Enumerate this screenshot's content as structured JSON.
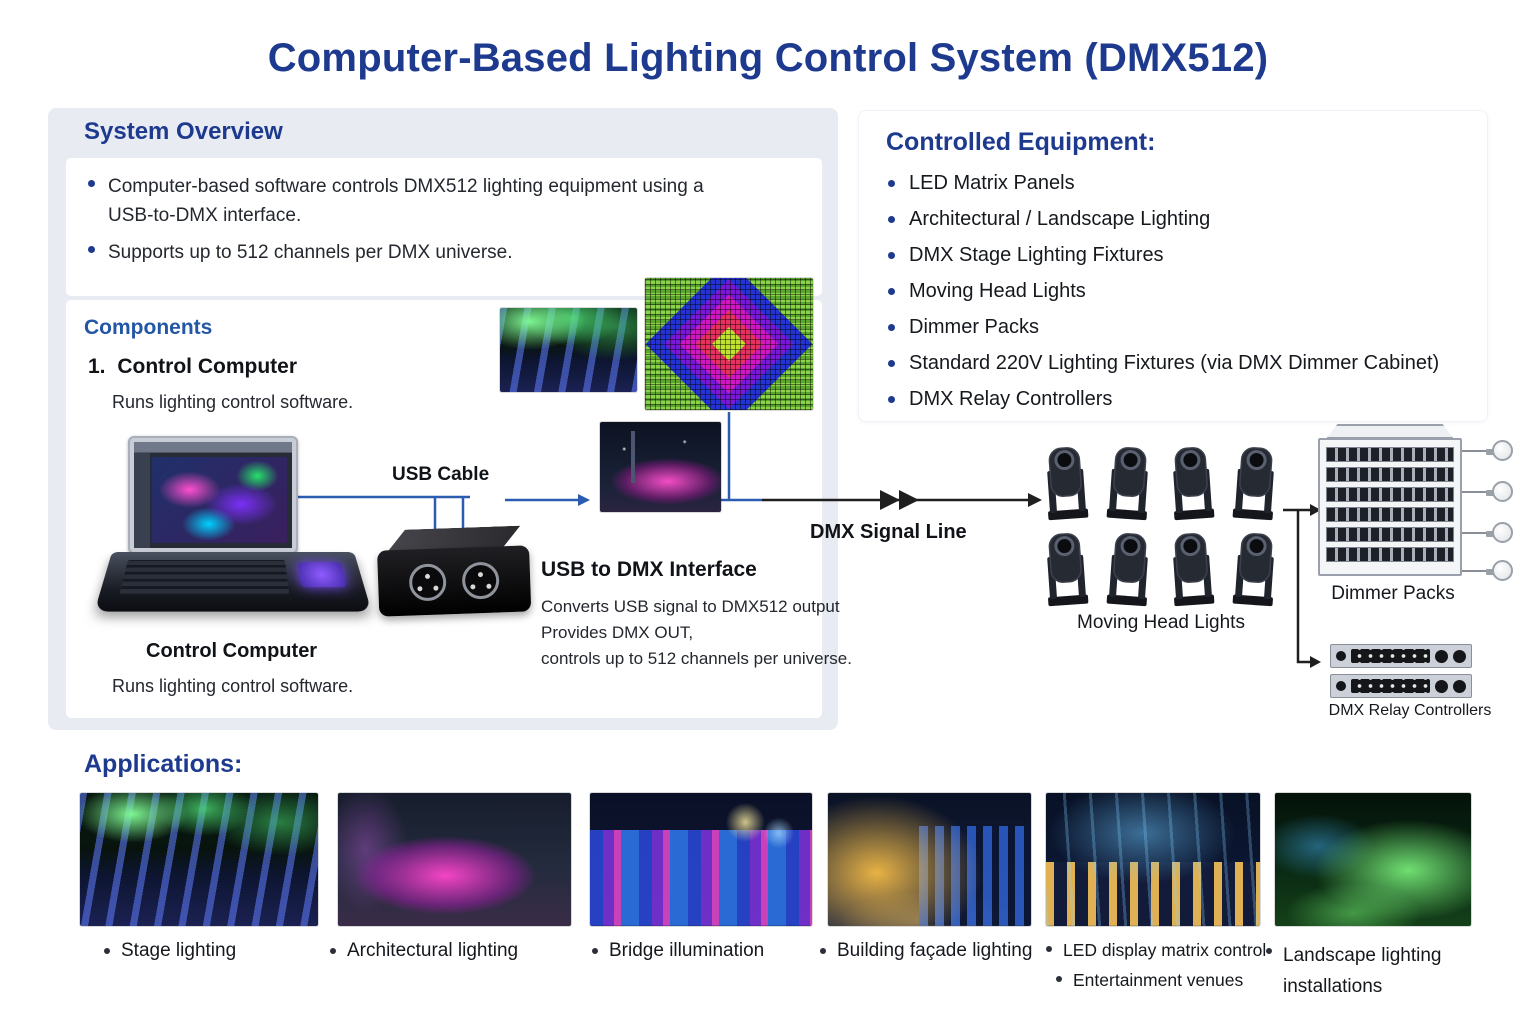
{
  "title": "Computer-Based Lighting Control System (DMX512)",
  "system_overview": {
    "heading": "System Overview",
    "bullets": [
      "Computer-based software controls DMX512 lighting equipment using a USB-to-DMX interface.",
      "Supports up to 512 channels per DMX universe."
    ]
  },
  "components": {
    "heading": "Components",
    "item_number": "1.",
    "item_title": "Control Computer",
    "item_desc": "Runs lighting control software.",
    "usb_cable_label": "USB Cable",
    "interface_title": "USB to DMX Interface",
    "interface_desc": [
      "Converts USB signal to DMX512 output",
      "Provides DMX OUT,",
      "controls up to 512 channels per universe."
    ],
    "computer_caption": "Control Computer",
    "computer_caption_desc": "Runs lighting control software.",
    "dmx_signal_label": "DMX Signal Line"
  },
  "controlled_equipment": {
    "heading": "Controlled Equipment:",
    "items": [
      "LED Matrix Panels",
      "Architectural / Landscape Lighting",
      "DMX Stage Lighting Fixtures",
      "Moving Head Lights",
      "Dimmer Packs",
      "Standard 220V Lighting Fixtures (via DMX Dimmer Cabinet)",
      "DMX Relay Controllers"
    ]
  },
  "equipment_labels": {
    "moving_heads": "Moving Head Lights",
    "dimmer_packs": "Dimmer Packs",
    "relay_controllers": "DMX Relay Controllers"
  },
  "applications": {
    "heading": "Applications:",
    "items": [
      {
        "caption": "Stage lighting"
      },
      {
        "caption": "Architectural lighting"
      },
      {
        "caption": "Bridge illumination"
      },
      {
        "caption": "Building façade lighting"
      },
      {
        "caption": "LED display matrix control",
        "caption2": "Entertainment venues"
      },
      {
        "caption": "Landscape lighting installations"
      }
    ]
  },
  "colors": {
    "navy": "#1d3a8f",
    "accent_blue": "#2456a6",
    "line_blue": "#2b5cb0",
    "panel_bg": "#e8ebf2"
  }
}
